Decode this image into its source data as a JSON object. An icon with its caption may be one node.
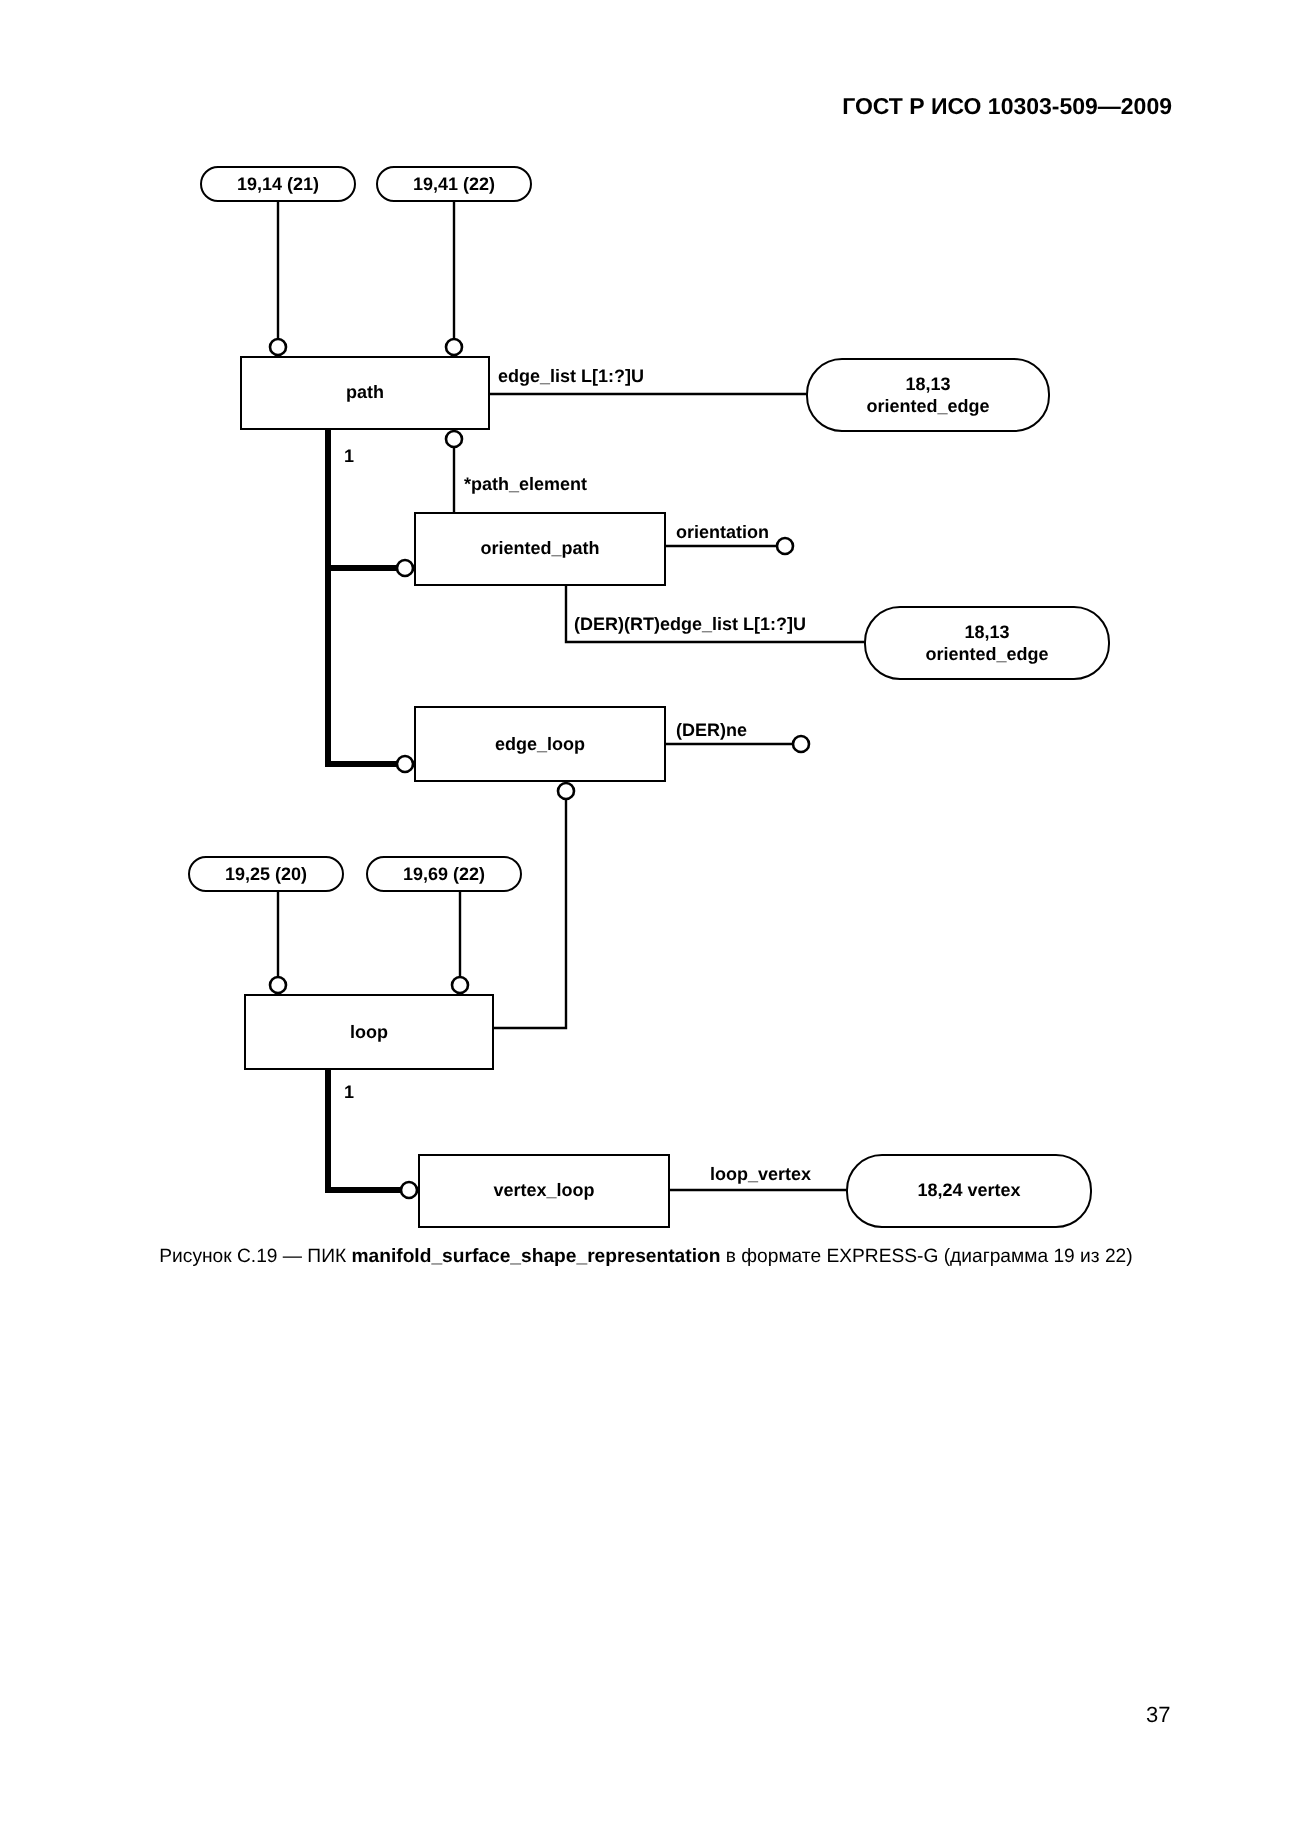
{
  "diagram": {
    "caption": "Рисунок С.19 — ПИК **manifold_surface_shape_representation** в формате EXPRESS-G (диаграмма 19 из 22)",
    "nodes": [
      {
        "text": [
          "19,14 (21)"
        ]
      },
      {
        "text": [
          "19,41 (22)"
        ]
      },
      {
        "text": [
          "path"
        ]
      },
      {
        "text": [
          "18,13 oriented_edge"
        ]
      },
      {
        "text": [
          "oriented_path"
        ]
      },
      {
        "text": [
          "18,13 oriented_edge"
        ]
      },
      {
        "text": [
          "edge_loop"
        ]
      },
      {
        "text": [
          "19,25 (20)"
        ]
      },
      {
        "text": [
          "19,69 (22)"
        ]
      },
      {
        "text": [
          "loop"
        ]
      },
      {
        "text": [
          "vertex_loop"
        ]
      },
      {
        "text": [
          "18,24 vertex"
        ]
      }
    ],
    "edges": [
      {
        "from": 0,
        "to": 2,
        "arrow": "other"
      },
      {
        "from": 1,
        "to": 2,
        "arrow": "other"
      },
      {
        "from": 2,
        "to": 3,
        "arrow": "none",
        "label": "edge_list L[1:?]U"
      },
      {
        "from": 4,
        "to": 2,
        "arrow": "other",
        "label": "*path_element"
      },
      {
        "from": 2,
        "to": 4,
        "arrow": "other",
        "style": "thick",
        "label": "1"
      },
      {
        "from": 2,
        "to": 6,
        "arrow": "other",
        "style": "thick"
      },
      {
        "from": 4,
        "to": 5,
        "arrow": "none",
        "label": "(DER)(RT)edge_list L[1:?]U"
      },
      {
        "from": 4,
        "to": null,
        "arrow": "other",
        "label": "orientation"
      },
      {
        "from": 6,
        "to": null,
        "arrow": "other",
        "label": "(DER)ne"
      },
      {
        "from": 9,
        "to": 6,
        "arrow": "other"
      },
      {
        "from": 7,
        "to": 9,
        "arrow": "other"
      },
      {
        "from": 8,
        "to": 9,
        "arrow": "other"
      },
      {
        "from": 9,
        "to": 10,
        "arrow": "other",
        "style": "thick",
        "label": "1"
      },
      {
        "from": 10,
        "to": 11,
        "arrow": "none",
        "label": "loop_vertex"
      }
    ],
    "labels": [
      "ГОСТ Р ИСО 10303-509—2009",
      "37"
    ]
  }
}
